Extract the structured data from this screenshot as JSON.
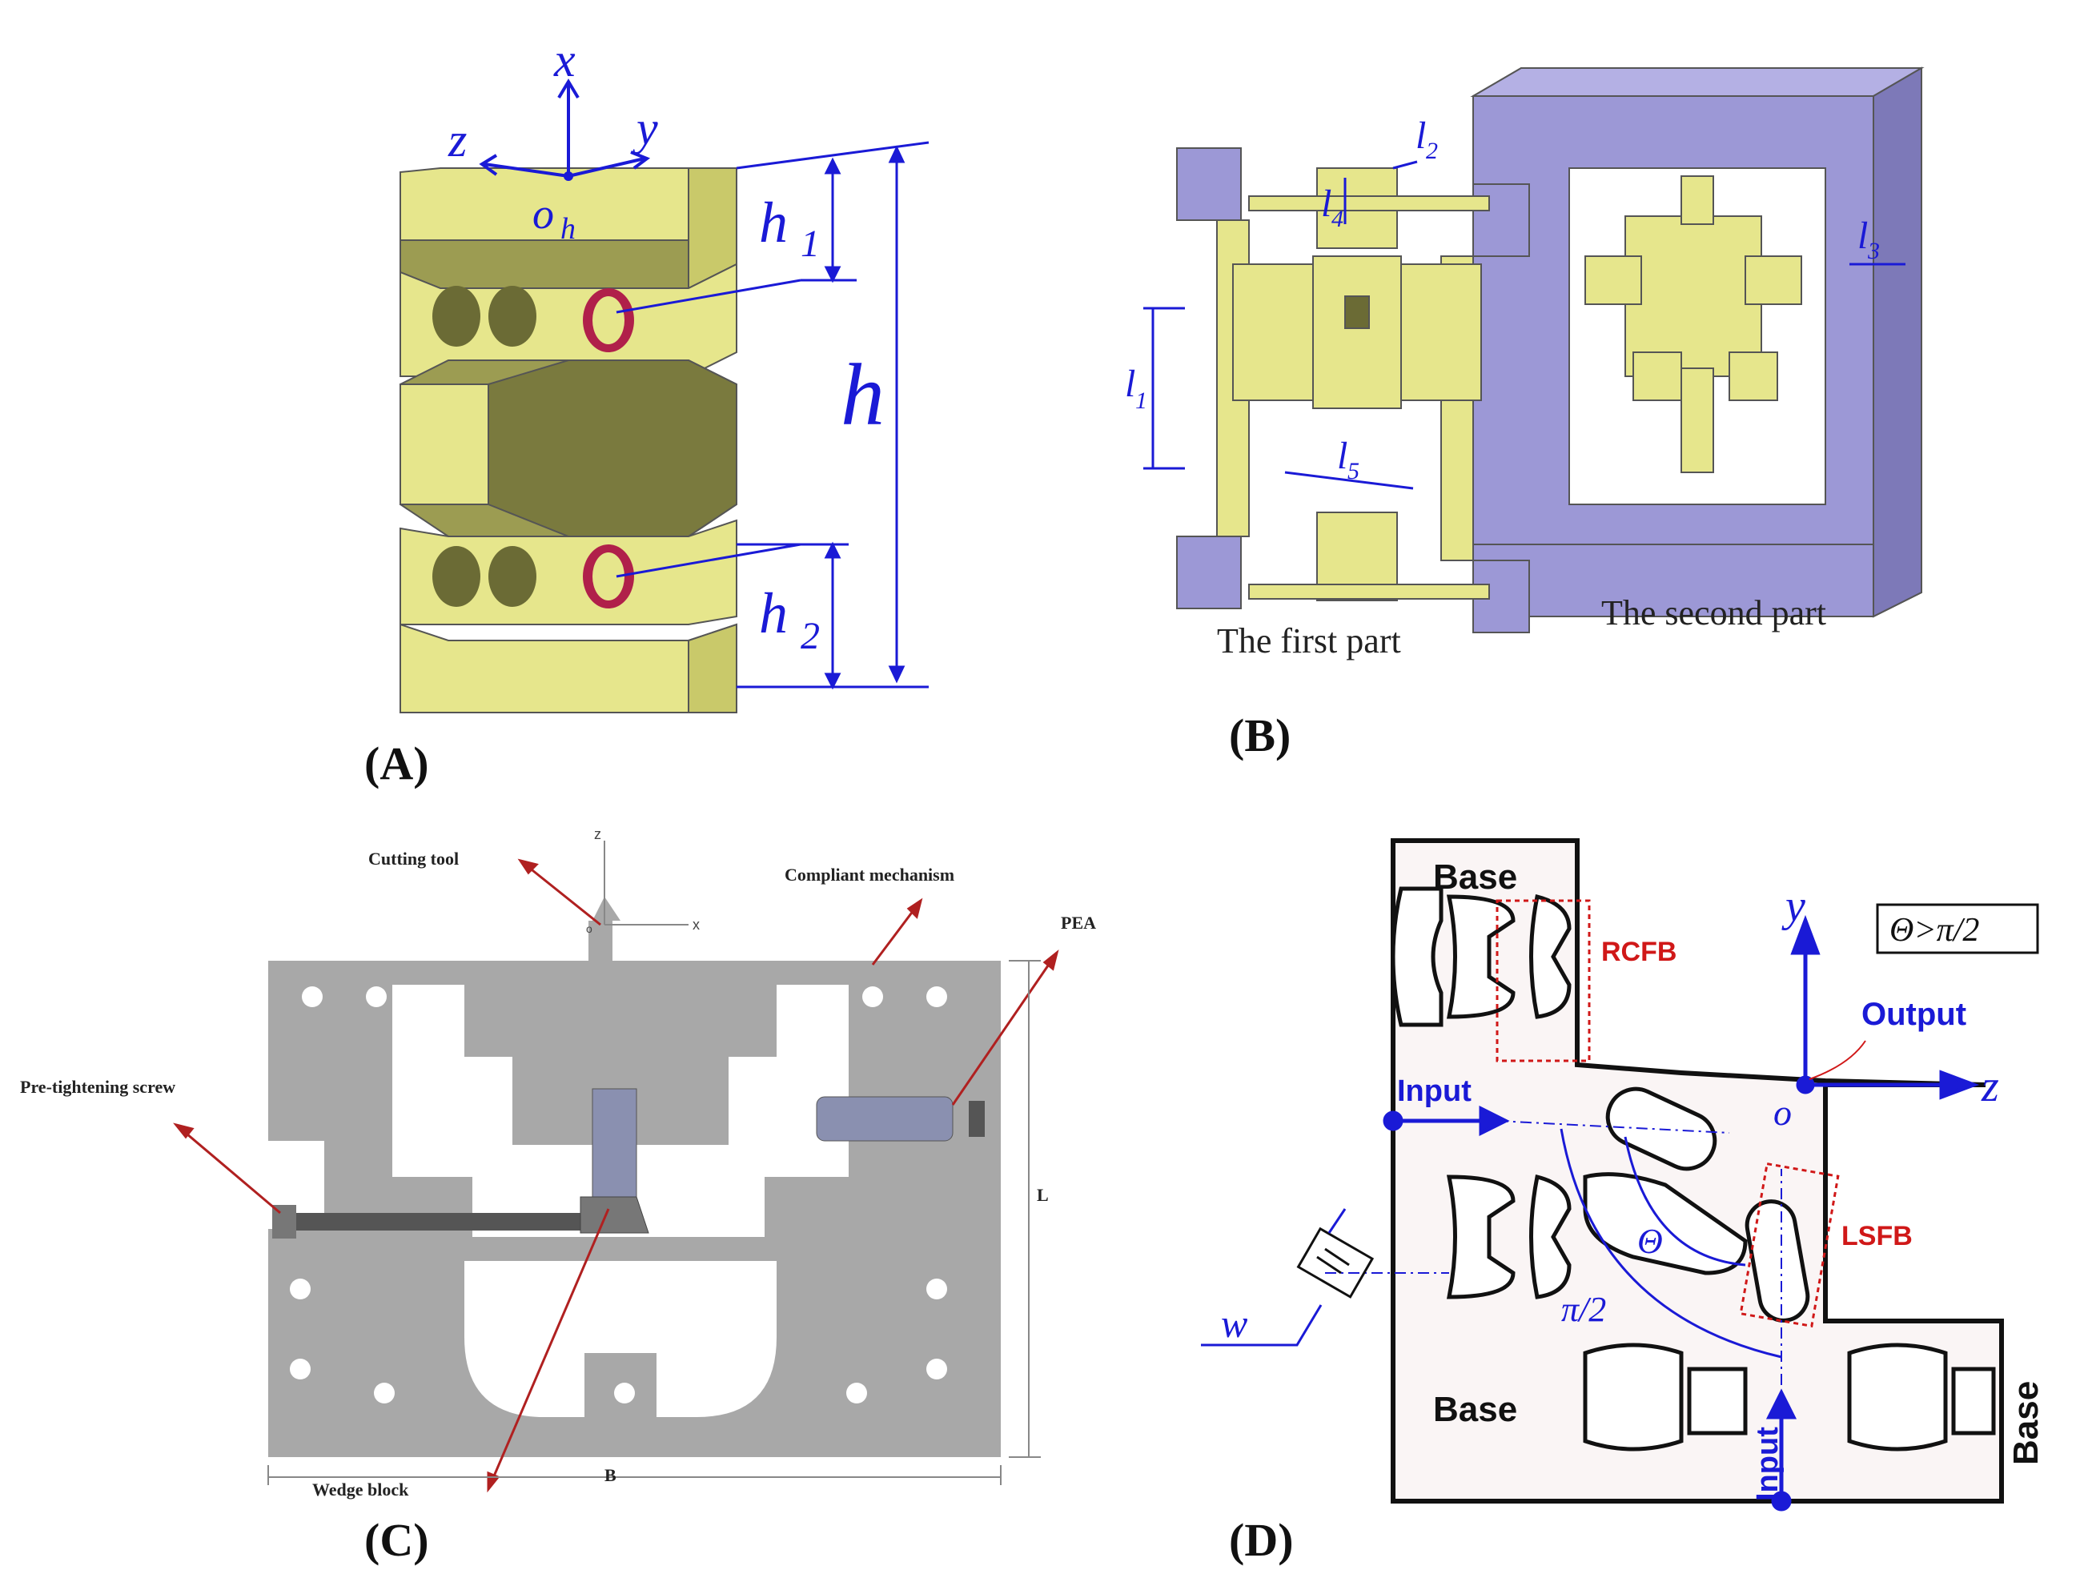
{
  "captions": {
    "a": "(A)",
    "b": "(B)",
    "c": "(C)",
    "d": "(D)"
  },
  "panel_a": {
    "axis_x": "x",
    "axis_y": "y",
    "axis_z": "z",
    "origin": "o",
    "origin_sub": "h",
    "dim_h1": "h",
    "dim_h1_sub": "1",
    "dim_h": "h",
    "dim_h2": "h",
    "dim_h2_sub": "2",
    "colors": {
      "body": "#e6e68c",
      "shade": "#9c9c52",
      "dark": "#6b6b35",
      "hinge": "#b0204a",
      "dim": "#1a1ad6"
    }
  },
  "panel_b": {
    "l1": "l",
    "l1_sub": "1",
    "l2": "l",
    "l2_sub": "2",
    "l3": "l",
    "l3_sub": "3",
    "l4": "l",
    "l4_sub": "4",
    "l5": "l",
    "l5_sub": "5",
    "first_part": "The first part",
    "second_part": "The second part",
    "colors": {
      "part1": "#e6e68c",
      "part2": "#9c98d6"
    }
  },
  "panel_c": {
    "cutting_tool": "Cutting tool",
    "compliant_mechanism": "Compliant mechanism",
    "pea": "PEA",
    "pre_tightening_screw": "Pre-tightening screw",
    "wedge_block": "Wedge block",
    "dim_L": "L",
    "dim_B": "B",
    "axis_z": "z",
    "axis_x": "x",
    "origin": "o",
    "colors": {
      "plate": "#a8a8a8",
      "arrow": "#b02020"
    }
  },
  "panel_d": {
    "base_top": "Base",
    "base_bottom_left": "Base",
    "base_right": "Base",
    "rcfb": "RCFB",
    "lsfb": "LSFB",
    "condition": "Θ>π/2",
    "axis_y": "y",
    "axis_z": "z",
    "origin": "o",
    "output": "Output",
    "input_left": "Input",
    "input_bottom": "Input",
    "theta": "Θ",
    "half_pi": "π/2",
    "w": "w",
    "colors": {
      "blue": "#1a1ad6",
      "red": "#d01818",
      "fill": "#faf5f5"
    }
  }
}
